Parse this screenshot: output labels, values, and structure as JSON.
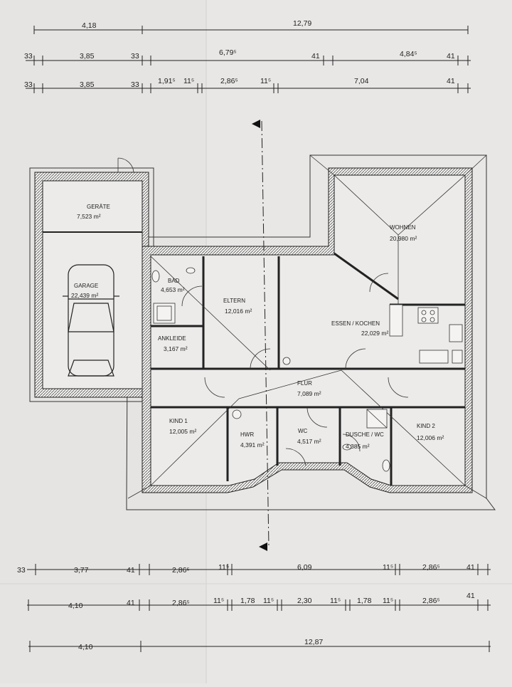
{
  "dimensions": {
    "top_row1": [
      "4,18",
      "12,79"
    ],
    "top_row2": [
      "33",
      "3,85",
      "33",
      "6,79⁵",
      "41",
      "4,84⁵",
      "41"
    ],
    "top_row3": [
      "33",
      "3,85",
      "33",
      "1,91⁵",
      "11⁵",
      "2,86⁵",
      "11⁵",
      "7,04",
      "41"
    ],
    "bottom_row1": [
      "33",
      "3,77",
      "41",
      "2,86⁵",
      "11⁵",
      "6,09",
      "11⁵",
      "2,86⁵",
      "41"
    ],
    "bottom_row2": [
      "4,10",
      "41",
      "2,86⁵",
      "11⁵",
      "1,78",
      "11⁵",
      "2,30",
      "11⁵",
      "1,78",
      "11⁵",
      "2,86⁵",
      "41"
    ],
    "bottom_row3": [
      "4,10",
      "12,87"
    ]
  },
  "rooms": {
    "geraete": {
      "name": "GERÄTE",
      "area": "7,523 m²"
    },
    "garage": {
      "name": "GARAGE",
      "area": "22,439 m²"
    },
    "bad": {
      "name": "BAD",
      "area": "4,653 m²"
    },
    "eltern": {
      "name": "ELTERN",
      "area": "12,016 m²"
    },
    "ankleide": {
      "name": "ANKLEIDE",
      "area": "3,167 m²"
    },
    "wohnen": {
      "name": "WOHNEN",
      "area": "20,980 m²"
    },
    "essen": {
      "name": "ESSEN / KOCHEN",
      "area": "22,029 m²"
    },
    "flur": {
      "name": "FLUR",
      "area": "7,089 m²"
    },
    "kind1": {
      "name": "KIND 1",
      "area": "12,005 m²"
    },
    "hwr": {
      "name": "HWR",
      "area": "4,391 m²"
    },
    "wc": {
      "name": "WC",
      "area": "4,517 m²"
    },
    "dusche": {
      "name": "DUSCHE / WC",
      "area": "4,385 m²"
    },
    "kind2": {
      "name": "KIND 2",
      "area": "12,006 m²"
    }
  }
}
